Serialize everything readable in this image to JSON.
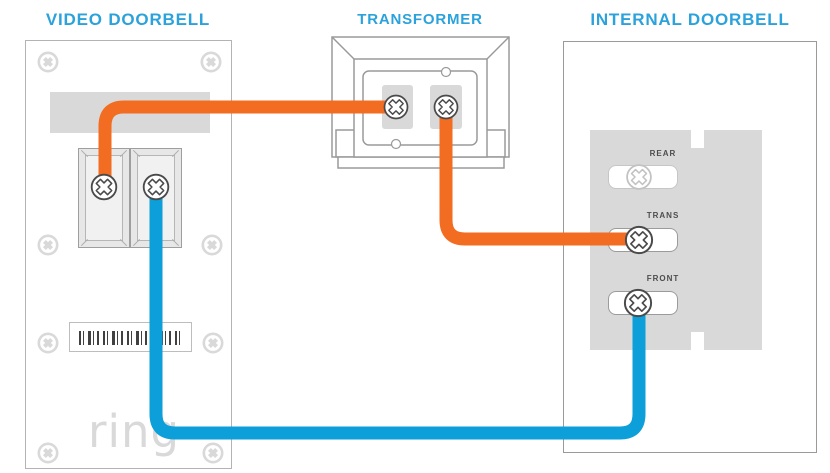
{
  "diagram": {
    "titles": {
      "video_doorbell": "VIDEO DOORBELL",
      "transformer": "TRANSFORMER",
      "internal_doorbell": "INTERNAL DOORBELL"
    },
    "video_doorbell": {
      "brand_logo": "ring"
    },
    "internal_doorbell": {
      "terminals": [
        {
          "label": "REAR",
          "connected": false,
          "wire": null
        },
        {
          "label": "TRANS",
          "connected": true,
          "wire": "orange"
        },
        {
          "label": "FRONT",
          "connected": true,
          "wire": "blue"
        }
      ]
    },
    "connections": [
      {
        "from": "video-doorbell-terminal-left",
        "to": "transformer-terminal-left",
        "wire_color": "orange"
      },
      {
        "from": "transformer-terminal-right",
        "to": "internal-doorbell-trans-terminal",
        "wire_color": "orange"
      },
      {
        "from": "video-doorbell-terminal-right",
        "to": "internal-doorbell-front-terminal",
        "wire_color": "blue"
      }
    ],
    "colors": {
      "title_blue": "#2BA2DB",
      "orange_wire": "#F26C21",
      "blue_wire": "#0C9FD9",
      "plate_gray": "#D9D9D9"
    }
  }
}
